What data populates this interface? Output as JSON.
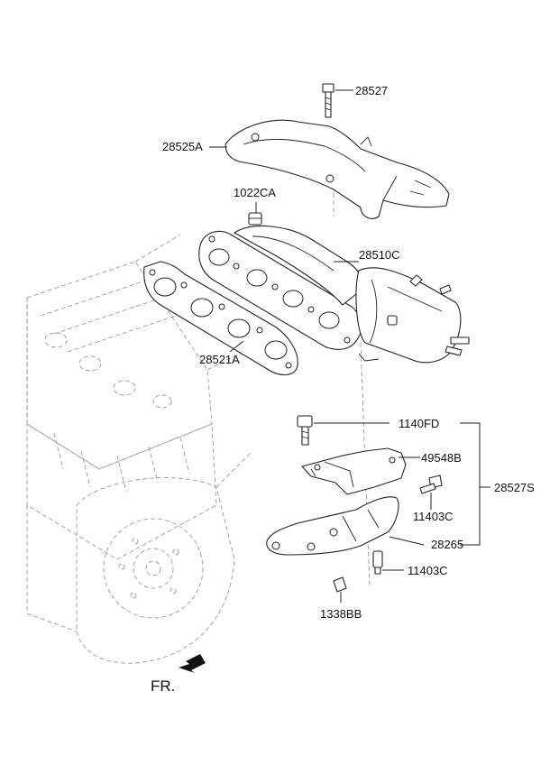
{
  "labels": {
    "p28527": "28527",
    "p28525A": "28525A",
    "p1022CA": "1022CA",
    "p28510C": "28510C",
    "p28521A": "28521A",
    "p1140FD": "1140FD",
    "p49548B": "49548B",
    "p28527S": "28527S",
    "p11403C_upper": "11403C",
    "p28265": "28265",
    "p11403C_lower": "11403C",
    "p1338BB": "1338BB"
  },
  "direction": {
    "label": "FR."
  },
  "colors": {
    "line": "#222222",
    "ghost": "#9a9a9a",
    "background": "#ffffff"
  },
  "icons": {
    "front_direction": "arrow-down-left-icon"
  }
}
